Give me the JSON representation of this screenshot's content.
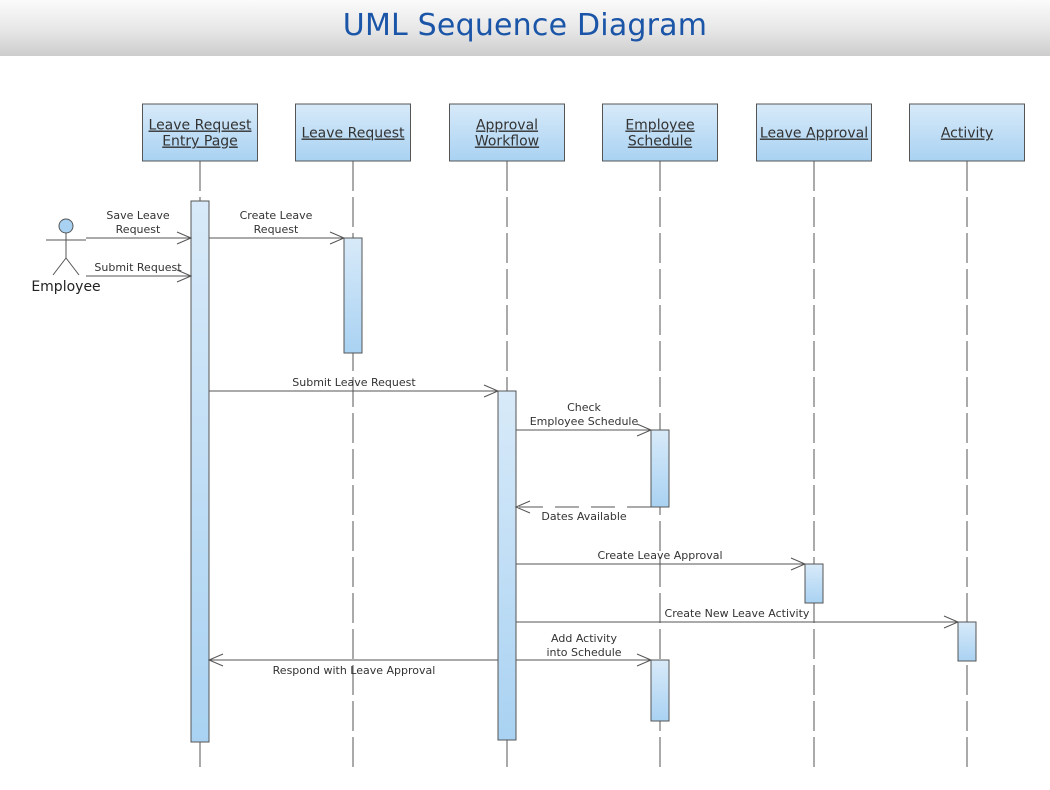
{
  "header": {
    "title": "UML Sequence Diagram"
  },
  "colors": {
    "title": "#1a55a8",
    "box_top": "#d6e8f8",
    "box_bottom": "#a9d2f2",
    "stroke": "#555555",
    "text": "#333333",
    "actor_head": "#a9d2f2"
  },
  "actor": {
    "id": "employee",
    "label": "Employee"
  },
  "lifelines": [
    {
      "id": "entry",
      "label_lines": [
        "Leave Request",
        "Entry Page"
      ]
    },
    {
      "id": "leave_request",
      "label_lines": [
        "Leave Request"
      ]
    },
    {
      "id": "workflow",
      "label_lines": [
        "Approval",
        "Workflow"
      ]
    },
    {
      "id": "schedule",
      "label_lines": [
        "Employee",
        "Schedule"
      ]
    },
    {
      "id": "approval",
      "label_lines": [
        "Leave Approval"
      ]
    },
    {
      "id": "activity",
      "label_lines": [
        "Activity"
      ]
    }
  ],
  "messages": [
    {
      "from": "employee",
      "to": "entry",
      "label_lines": [
        "Save Leave",
        "Request"
      ],
      "type": "sync",
      "order": 1
    },
    {
      "from": "entry",
      "to": "leave_request",
      "label_lines": [
        "Create Leave",
        "Request"
      ],
      "type": "sync",
      "order": 1
    },
    {
      "from": "employee",
      "to": "entry",
      "label_lines": [
        "Submit  Request"
      ],
      "type": "sync",
      "order": 2
    },
    {
      "from": "entry",
      "to": "workflow",
      "label_lines": [
        "Submit  Leave Request"
      ],
      "type": "sync",
      "order": 3
    },
    {
      "from": "workflow",
      "to": "schedule",
      "label_lines": [
        "Check",
        "Employee Schedule"
      ],
      "type": "sync",
      "order": 4
    },
    {
      "from": "schedule",
      "to": "workflow",
      "label_lines": [
        "Dates Available"
      ],
      "type": "return",
      "order": 5
    },
    {
      "from": "workflow",
      "to": "approval",
      "label_lines": [
        "Create Leave Approval"
      ],
      "type": "sync",
      "order": 6
    },
    {
      "from": "workflow",
      "to": "activity",
      "label_lines": [
        "Create New Leave Activity"
      ],
      "type": "sync",
      "order": 7
    },
    {
      "from": "workflow",
      "to": "schedule",
      "label_lines": [
        "Add Activity",
        "into Schedule"
      ],
      "type": "sync",
      "order": 8
    },
    {
      "from": "workflow",
      "to": "entry",
      "label_lines": [
        "Respond with Leave Approval"
      ],
      "type": "sync",
      "order": 8
    }
  ]
}
